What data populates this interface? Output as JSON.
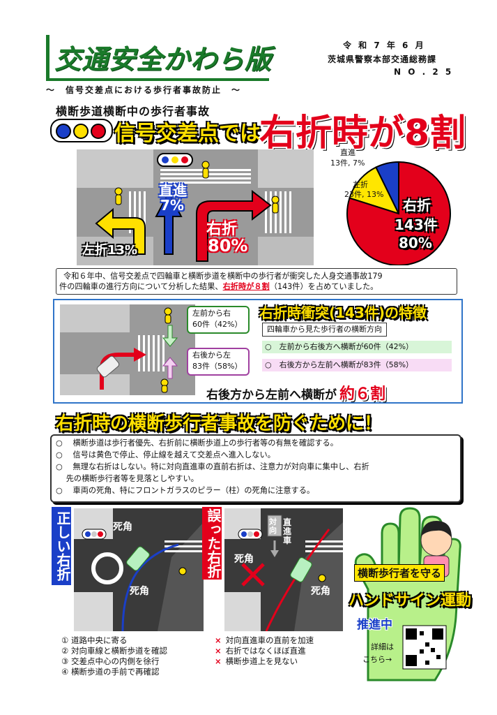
{
  "header": {
    "title": "交通安全かわら版",
    "date": "令 和 7 年 6 月",
    "org": "茨城県警察本部交通総務課",
    "number": "N O . 2 5",
    "subtitle": "〜　信号交差点における歩行者事故防止　〜"
  },
  "headline": {
    "line1": "横断歩道横断中の歩行者事故",
    "line2_left": "信号交差点では",
    "line2_right": "右折時が8割"
  },
  "diagram_top": {
    "straight_label": "直進",
    "straight_pct": "7%",
    "left_label": "左折13%",
    "right_label": "右折",
    "right_pct": "80%"
  },
  "chart_data": {
    "type": "pie",
    "categories": [
      "右折",
      "左折",
      "直進"
    ],
    "values": [
      143,
      23,
      13
    ],
    "percents": [
      80,
      13,
      7
    ],
    "labels": {
      "right": [
        "右折",
        "143件",
        "80%"
      ],
      "left": [
        "左折",
        "23件, 13%"
      ],
      "straight": [
        "直進",
        "13件, 7%"
      ]
    },
    "colors": [
      "#e3001b",
      "#ffe600",
      "#1a3fc8"
    ]
  },
  "summary": {
    "line1": "令和６年中、信号交差点で四輪車と横断歩道を横断中の歩行者が衝突した人身交通事故179",
    "line2_pre": "件の四輪車の進行方向について分析した結果、",
    "line2_emph": "右折時が８割",
    "line2_post": "（143件）を占めていました。"
  },
  "feature": {
    "title": "右折時衝突(143件)の特徴",
    "box_label": "四輪車から見た歩行者の横断方向",
    "bullet1": "○　左前から右後方へ横断が60件（42%）",
    "bullet2": "○　右後方から左前へ横断が83件（58%）",
    "callout1": [
      "左前から右",
      "60件（42%）"
    ],
    "callout2": [
      "右後から左",
      "83件（58%）"
    ],
    "conclusion_pre": "右後方から左前へ横断が",
    "conclusion_emph": "約６割"
  },
  "prevent": {
    "heading": "右折時の横断歩行者事故を防ぐために！",
    "items": [
      "○　 横断歩道は歩行者優先、右折前に横断歩道上の歩行者等の有無を確認する。",
      "○　 信号は黄色で停止、停止線を越えて交差点へ進入しない。",
      "○　 無理な右折はしない。特に対向直進車の直前右折は、注意力が対向車に集中し、右折",
      "　 先の横断歩行者等を見落としやすい。",
      "○　 車両の死角、特にフロントガラスのピラー（柱）の死角に注意する。"
    ]
  },
  "correct": {
    "label": "正しい右折",
    "blind1": "死角",
    "blind2": "死角",
    "steps": [
      "① 道路中央に寄る",
      "② 対向車線と横断歩道を確認",
      "③ 交差点中心の内側を徐行",
      "④ 横断歩道の手前で再確認"
    ]
  },
  "wrong": {
    "label": "誤った右折",
    "oncoming": "対向",
    "straight_car": "直進車",
    "blind1": "死角",
    "blind2": "死角",
    "x_items": [
      "対向直進車の直前を加速",
      "右折ではなくほぼ直進",
      "横断歩道上を見ない"
    ],
    "x_mark": "×"
  },
  "hand_sign": {
    "line1": "横断歩行者を守る",
    "line2": "ハンドサイン運動",
    "badge": "推進中",
    "detail1": "詳細は",
    "detail2": "こちら→"
  }
}
